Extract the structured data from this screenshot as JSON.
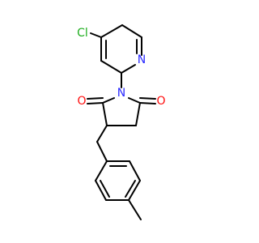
{
  "molecule": {
    "atoms": {
      "chlorine": {
        "symbol": "Cl",
        "color": "#1fae1f"
      },
      "pyridine_nitrogen": {
        "symbol": "N",
        "color": "#2929ff"
      },
      "imide_nitrogen": {
        "symbol": "N",
        "color": "#2929ff"
      },
      "left_carbonyl_oxygen": {
        "symbol": "O",
        "color": "#ff0d0d"
      },
      "right_carbonyl_oxygen": {
        "symbol": "O",
        "color": "#ff0d0d"
      }
    }
  }
}
